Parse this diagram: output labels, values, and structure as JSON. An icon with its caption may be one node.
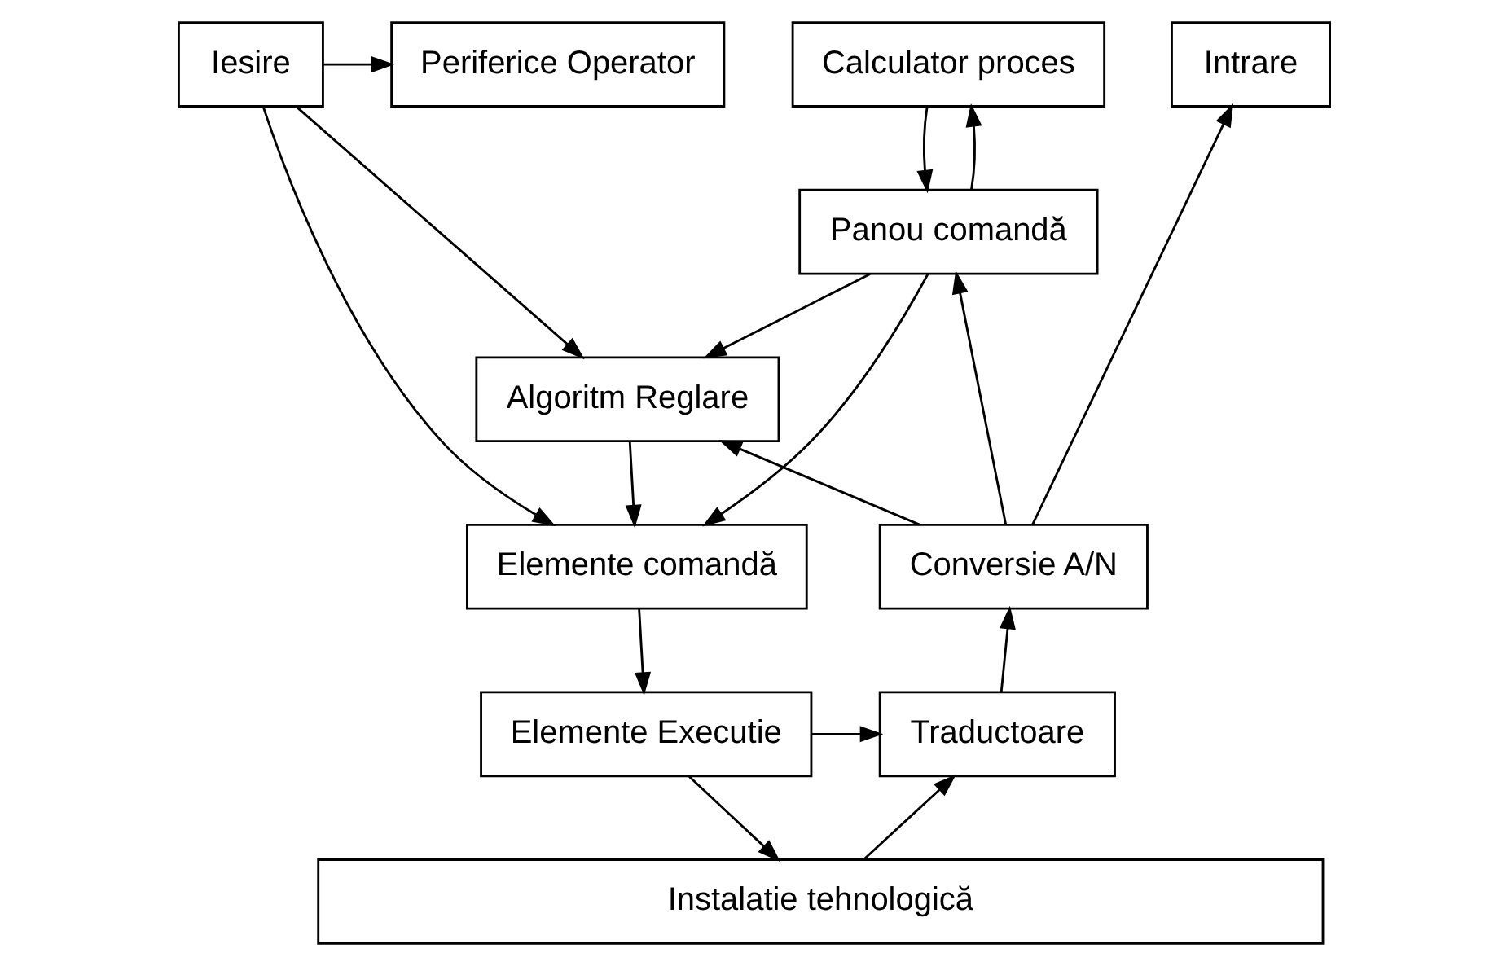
{
  "diagram": {
    "nodes": [
      {
        "text": [
          "Intrare"
        ]
      },
      {
        "text": [
          "Calculator proces"
        ]
      },
      {
        "text": [
          "Iesire"
        ]
      },
      {
        "text": [
          "Periferice Operator"
        ]
      },
      {
        "text": [
          "Panou comandă"
        ]
      },
      {
        "text": [
          "Algoritm Reglare"
        ]
      },
      {
        "text": [
          "Conversie A/N"
        ]
      },
      {
        "text": [
          "Elemente comandă"
        ]
      },
      {
        "text": [
          "Traductoare"
        ]
      },
      {
        "text": [
          "Elemente Executie"
        ]
      },
      {
        "text": [
          "Instalatie tehnologică"
        ]
      }
    ],
    "edges": [
      {
        "from": 6,
        "to": 0,
        "arrow": "to"
      },
      {
        "from": 6,
        "to": 4,
        "arrow": "to"
      },
      {
        "from": 6,
        "to": 5,
        "arrow": "to"
      },
      {
        "from": 8,
        "to": 6,
        "arrow": "to"
      },
      {
        "from": 10,
        "to": 8,
        "arrow": "to"
      },
      {
        "from": 4,
        "to": 1,
        "arrow": "to"
      },
      {
        "from": 1,
        "to": 4,
        "arrow": "to"
      },
      {
        "from": 4,
        "to": 5,
        "arrow": "to"
      },
      {
        "from": 2,
        "to": 5,
        "arrow": "to"
      },
      {
        "from": 2,
        "to": 3,
        "arrow": "to"
      },
      {
        "from": 2,
        "to": 7,
        "arrow": "to"
      },
      {
        "from": 4,
        "to": 7,
        "arrow": "to"
      },
      {
        "from": 5,
        "to": 7,
        "arrow": "to"
      },
      {
        "from": 7,
        "to": 9,
        "arrow": "to"
      },
      {
        "from": 9,
        "to": 10,
        "arrow": "to"
      },
      {
        "from": 9,
        "to": 8,
        "arrow": "to"
      }
    ]
  }
}
